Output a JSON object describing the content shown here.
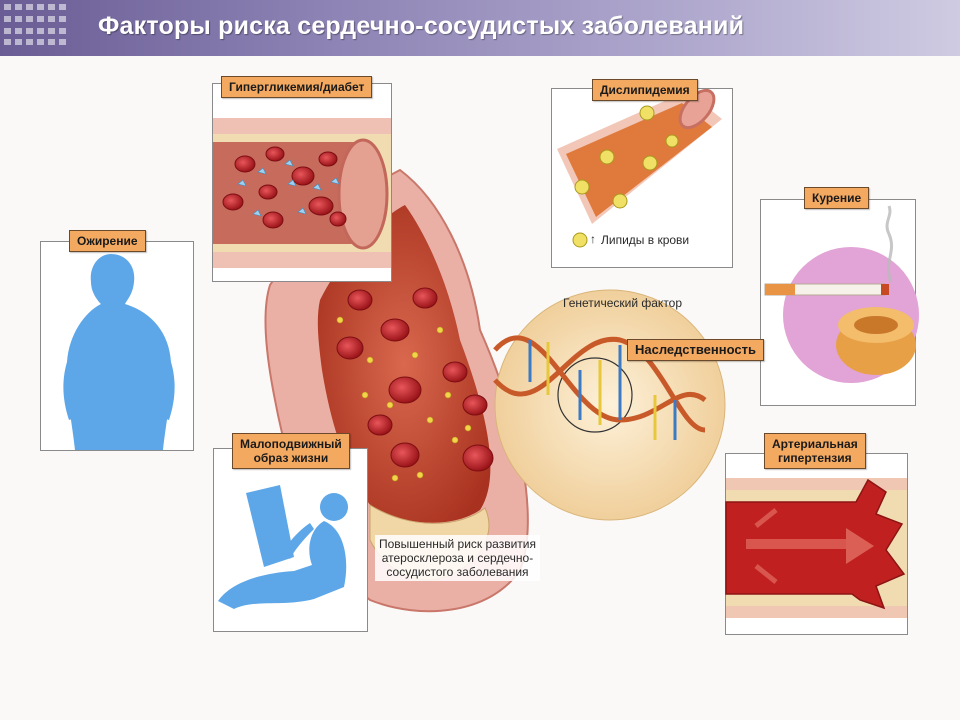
{
  "title": "Факторы риска сердечно-сосудистых заболеваний",
  "factors": {
    "hyperglycemia": "Гипергликемия/диабет",
    "dyslipidemia": "Дислипидемия",
    "obesity": "Ожирение",
    "smoking": "Курение",
    "heredity": "Наследственность",
    "sedentary_line1": "Малоподвижный",
    "sedentary_line2": "образ жизни",
    "hypertension_line1": "Артериальная",
    "hypertension_line2": "гипертензия"
  },
  "captions": {
    "lipids": "Липиды в крови",
    "lipids_arrow": "↑",
    "genetic": "Генетический фактор",
    "risk_line1": "Повышенный риск развития",
    "risk_line2": "атеросклероза и сердечно-",
    "risk_line3": "сосудистого заболевания"
  },
  "colors": {
    "label_fill": "#f4a961",
    "silhouette": "#5da7e8",
    "blood": "#c8262b",
    "vessel_wall": "#e8a39a"
  }
}
